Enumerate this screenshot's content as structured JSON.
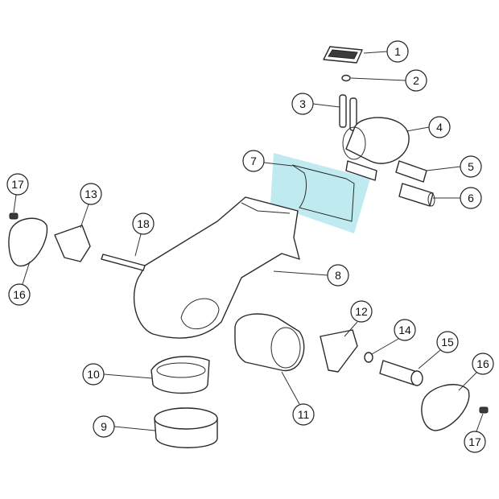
{
  "diagram": {
    "highlight_color": "#bfeaf0",
    "highlighted_part": "7",
    "callouts": [
      {
        "id": "c1",
        "label": "1"
      },
      {
        "id": "c2",
        "label": "2"
      },
      {
        "id": "c3",
        "label": "3"
      },
      {
        "id": "c4",
        "label": "4"
      },
      {
        "id": "c5",
        "label": "5"
      },
      {
        "id": "c6",
        "label": "6"
      },
      {
        "id": "c7",
        "label": "7"
      },
      {
        "id": "c8",
        "label": "8"
      },
      {
        "id": "c9",
        "label": "9"
      },
      {
        "id": "c10",
        "label": "10"
      },
      {
        "id": "c11",
        "label": "11"
      },
      {
        "id": "c12",
        "label": "12"
      },
      {
        "id": "c13",
        "label": "13"
      },
      {
        "id": "c14",
        "label": "14"
      },
      {
        "id": "c15",
        "label": "15"
      },
      {
        "id": "c16a",
        "label": "16"
      },
      {
        "id": "c16b",
        "label": "16"
      },
      {
        "id": "c17a",
        "label": "17"
      },
      {
        "id": "c17b",
        "label": "17"
      },
      {
        "id": "c18",
        "label": "18"
      }
    ]
  }
}
